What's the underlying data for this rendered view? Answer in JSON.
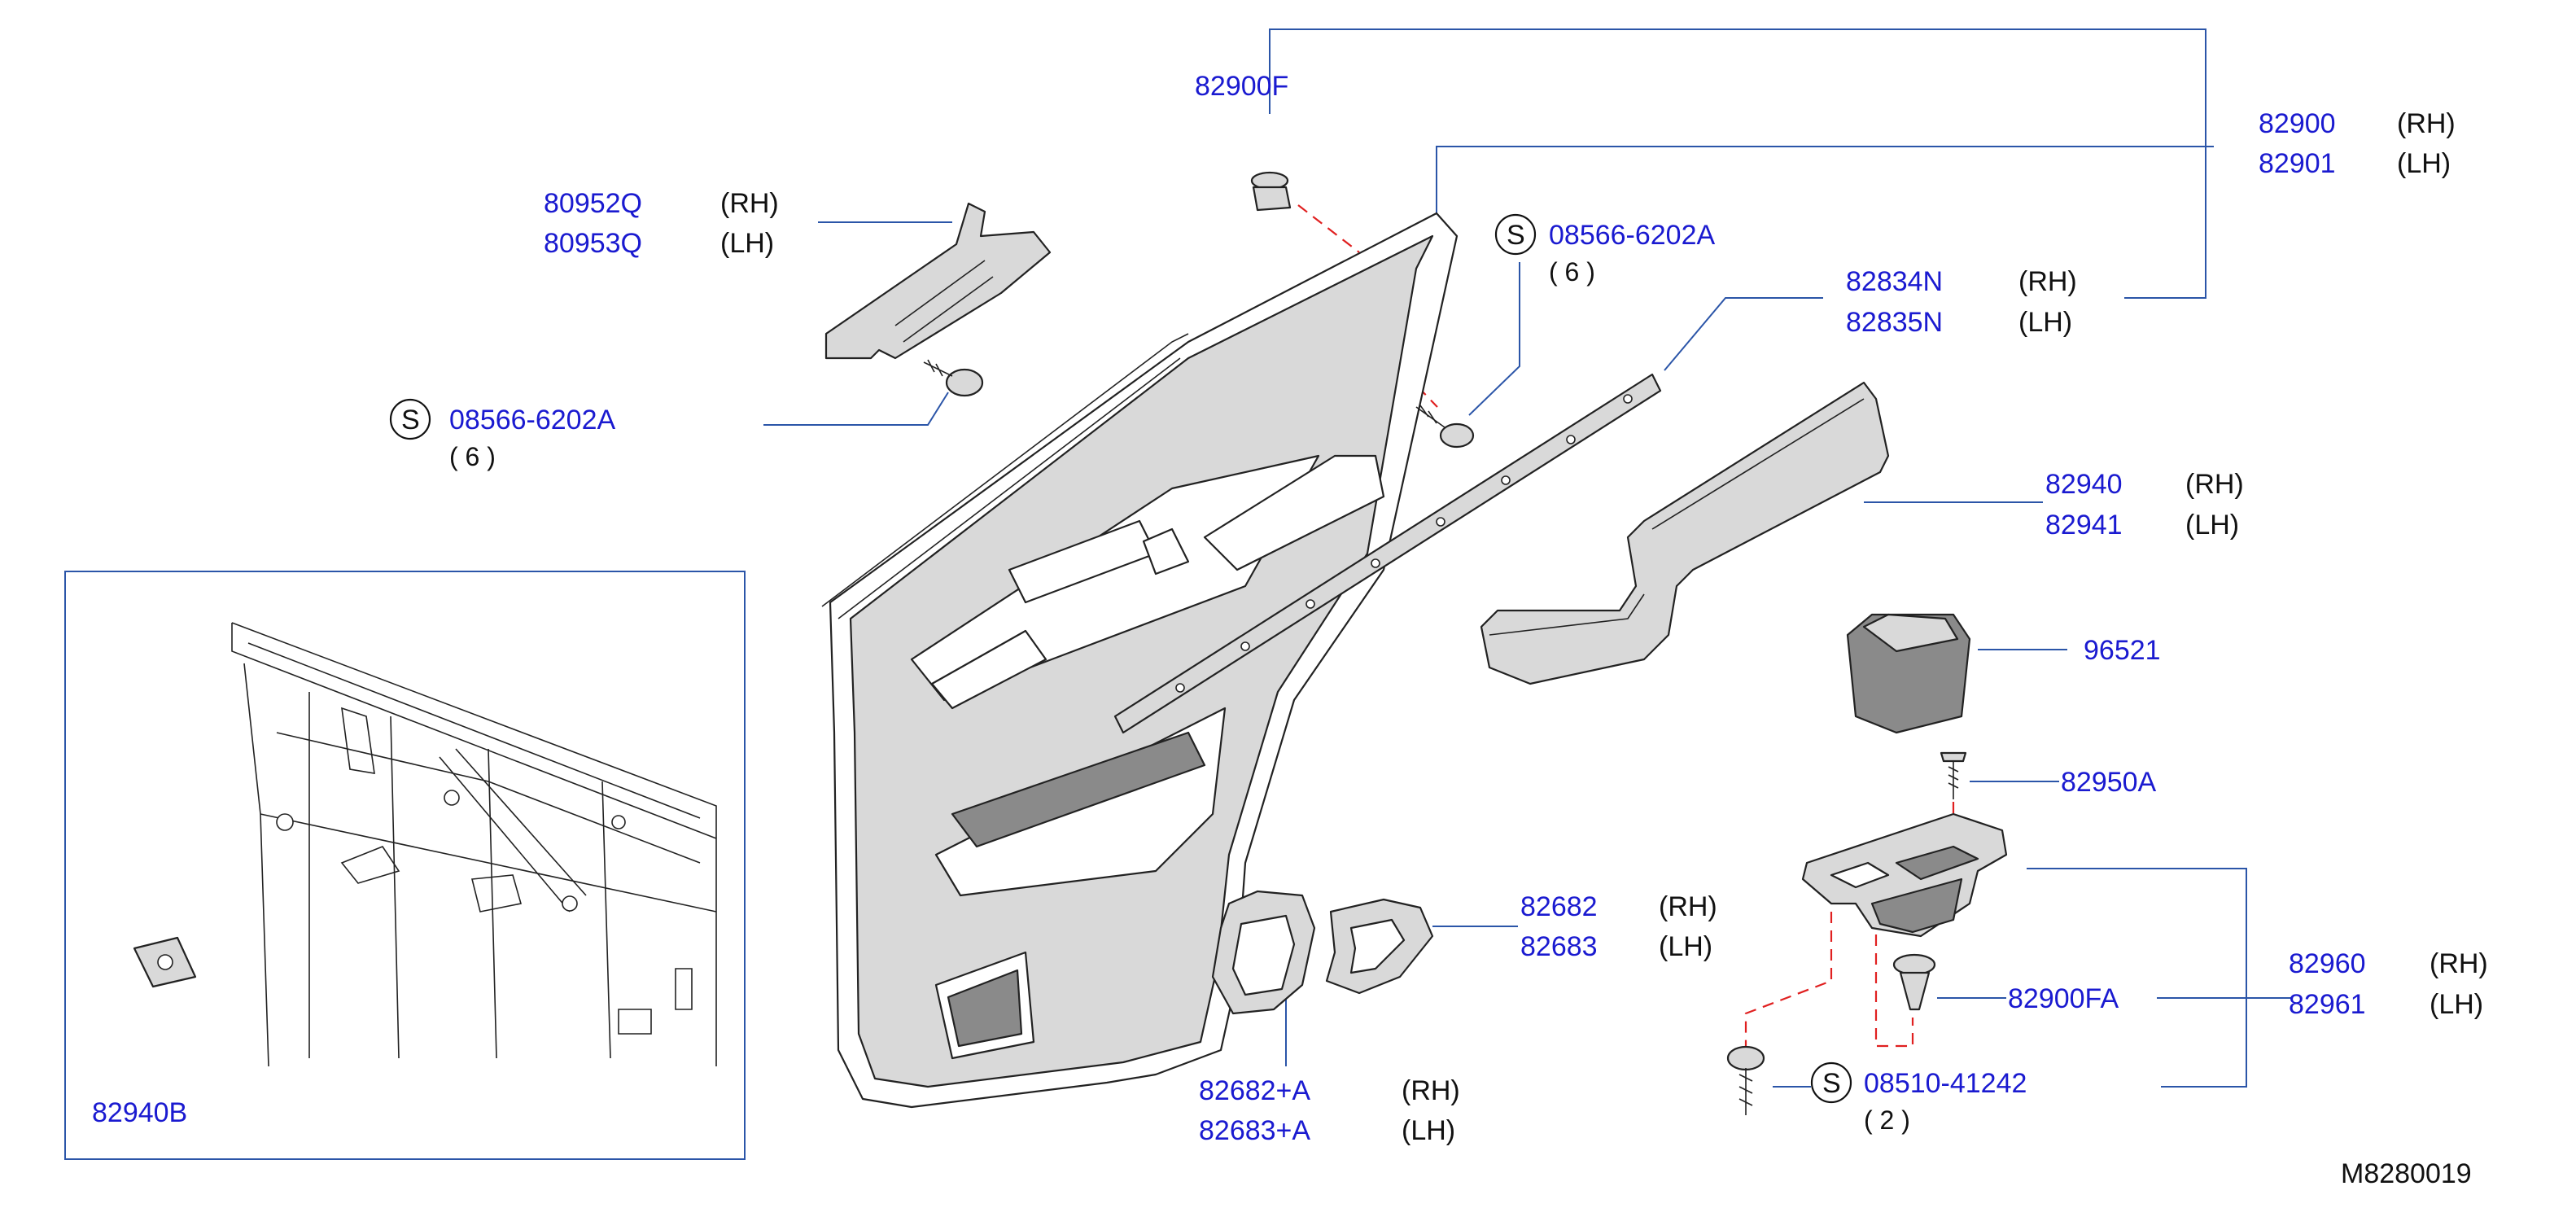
{
  "catalog_code": "M8280019",
  "parts": {
    "clip_top": {
      "number": "82900F"
    },
    "trim_assy": {
      "rh": "82900",
      "lh": "82901",
      "rh_side": "(RH)",
      "lh_side": "(LH)"
    },
    "bracket": {
      "rh": "80952Q",
      "lh": "80953Q",
      "rh_side": "(RH)",
      "lh_side": "(LH)"
    },
    "screw_left": {
      "std": "S",
      "number": "08566-6202A",
      "qty": "( 6 )"
    },
    "screw_center": {
      "std": "S",
      "number": "08566-6202A",
      "qty": "( 6 )"
    },
    "seal_strip": {
      "rh": "82834N",
      "lh": "82835N",
      "rh_side": "(RH)",
      "lh_side": "(LH)"
    },
    "armrest": {
      "rh": "82940",
      "lh": "82941",
      "rh_side": "(RH)",
      "lh_side": "(LH)"
    },
    "switch": {
      "number": "96521"
    },
    "screw_small": {
      "number": "82950A"
    },
    "finisher": {
      "rh": "82960",
      "lh": "82961",
      "rh_side": "(RH)",
      "lh_side": "(LH)"
    },
    "clip_finisher": {
      "number": "82900FA"
    },
    "screw_bottom": {
      "std": "S",
      "number": "08510-41242",
      "qty": "( 2 )"
    },
    "handle_escutcheon": {
      "rh": "82682",
      "lh": "82683",
      "rh_side": "(RH)",
      "lh_side": "(LH)"
    },
    "handle_inner": {
      "rh": "82682+A",
      "lh": "82683+A",
      "rh_side": "(RH)",
      "lh_side": "(LH)"
    },
    "inset_clip": {
      "number": "82940B"
    }
  },
  "colors": {
    "part_number": "#1a1ad0",
    "leader": "#2b55a8",
    "dashed_path": "#e02020"
  }
}
